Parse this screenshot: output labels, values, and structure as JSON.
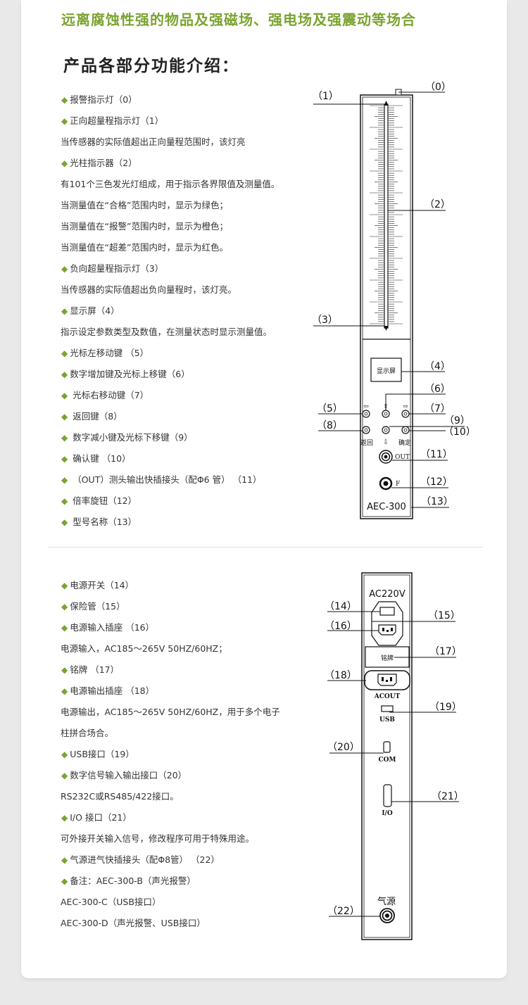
{
  "headline": "远离腐蚀性强的物品及强磁场、强电场及强震动等场合",
  "section_title": "产品各部分功能介绍：",
  "bullet": "◆",
  "part1_lines": [
    {
      "bullet": true,
      "text": "报警指示灯（0）"
    },
    {
      "bullet": true,
      "text": "正向超量程指示灯（1）"
    },
    {
      "bullet": false,
      "text": "当传感器的实际值超出正向量程范围时，该灯亮"
    },
    {
      "bullet": true,
      "text": "光柱指示器（2）"
    },
    {
      "bullet": false,
      "text": "有101个三色发光灯组成，用于指示各界限值及测量值。"
    },
    {
      "bullet": false,
      "text": "当测量值在“合格”范围内时，显示为绿色；"
    },
    {
      "bullet": false,
      "text": "当测量值在“报警”范围内时，显示为橙色；"
    },
    {
      "bullet": false,
      "text": "当测量值在“超差”范围内时，显示为红色。"
    },
    {
      "bullet": true,
      "text": "负向超量程指示灯（3）"
    },
    {
      "bullet": false,
      "text": "当传感器的实际值超出负向量程时，该灯亮。"
    },
    {
      "bullet": true,
      "text": "显示屏（4）"
    },
    {
      "bullet": false,
      "text": "指示设定参数类型及数值，在测量状态时显示测量值。"
    },
    {
      "bullet": true,
      "text": "光标左移动键 （5）"
    },
    {
      "bullet": true,
      "text": "数字增加键及光标上移键（6）"
    },
    {
      "bullet": true,
      "text": " 光标右移动键（7）"
    },
    {
      "bullet": true,
      "text": " 返回键（8）"
    },
    {
      "bullet": true,
      "text": " 数字减小键及光标下移键（9）"
    },
    {
      "bullet": true,
      "text": " 确认键 （10）"
    },
    {
      "bullet": true,
      "text": " （OUT）测头输出快插接头（配Φ6 管） （11）"
    },
    {
      "bullet": true,
      "text": " 倍率旋钮（12）"
    },
    {
      "bullet": true,
      "text": " 型号名称（13）"
    }
  ],
  "part2_lines": [
    {
      "bullet": true,
      "text": "电源开关（14）"
    },
    {
      "bullet": true,
      "text": "保险管（15）"
    },
    {
      "bullet": true,
      "text": "电源输入插座 （16）"
    },
    {
      "bullet": false,
      "text": "电源输入，AC185～265V 50HZ/60HZ；"
    },
    {
      "bullet": true,
      "text": "铭牌 （17）"
    },
    {
      "bullet": true,
      "text": "电源输出插座 （18）"
    },
    {
      "bullet": false,
      "text": "电源输出，AC185～265V 50HZ/60HZ，用于多个电子"
    },
    {
      "bullet": false,
      "text": "柱拼合场合。"
    },
    {
      "bullet": true,
      "text": "USB接口（19）"
    },
    {
      "bullet": true,
      "text": "数字信号输入输出接口（20）"
    },
    {
      "bullet": false,
      "text": "RS232C或RS485/422接口。"
    },
    {
      "bullet": true,
      "text": "I/O 接口（21）"
    },
    {
      "bullet": false,
      "text": "可外接开关输入信号，修改程序可用于特殊用途。"
    },
    {
      "bullet": true,
      "text": "气源进气快插接头（配Φ8管） （22）"
    },
    {
      "bullet": true,
      "text": "备注：AEC-300-B（声光报警）"
    },
    {
      "bullet": false,
      "text": "AEC-300-C（USB接口）"
    },
    {
      "bullet": false,
      "text": "AEC-300-D（声光报警、USB接口）"
    }
  ],
  "diagram_front": {
    "callouts": [
      "（0）",
      "（1）",
      "（2）",
      "（3）",
      "（4）",
      "（5）",
      "（6）",
      "（7）",
      "（8）",
      "（9）",
      "（10）",
      "（11）",
      "（12）",
      "（13）"
    ],
    "display_label": "显示屏",
    "btn_return": "返回",
    "btn_confirm": "确定",
    "out_label": "OUT",
    "knob_label": "F",
    "model": "AEC-300",
    "arrow_left": "⇦",
    "arrow_up": "⇧",
    "arrow_right": "⇨",
    "arrow_down": "⇩"
  },
  "diagram_back": {
    "callouts": [
      "（14）",
      "（15）",
      "（16）",
      "（17）",
      "（18）",
      "（19）",
      "（20）",
      "（21）",
      "（22）"
    ],
    "voltage": "AC220V",
    "nameplate": "铭牌",
    "acout": "ACOUT",
    "usb": "USB",
    "com": "COM",
    "io": "I/O",
    "air": "气源"
  }
}
